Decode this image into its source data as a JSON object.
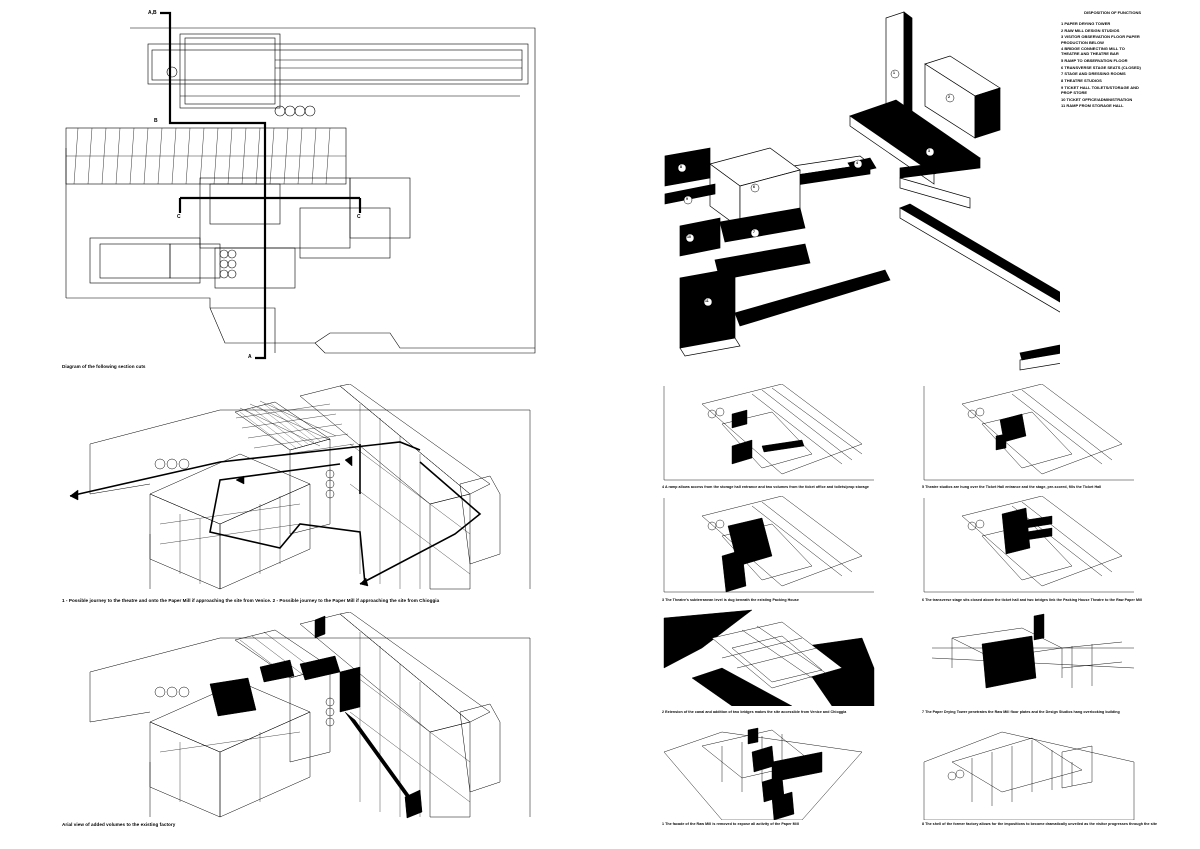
{
  "plan": {
    "caption": "Diagram of the following section cuts",
    "cuts": [
      "A,B",
      "B",
      "C",
      "C",
      "A"
    ]
  },
  "axon_legend": {
    "title": "DISPOSITION OF FUNCTIONS",
    "items": [
      "1 PAPER DRYING TOWER",
      "2 RAW MILL DESIGN STUDIOS",
      "3 VISITOR OBSERVATION FLOOR PAPER PRODUCTION BELOW",
      "4 BRIDGE CONNECTING MILL TO THEATRE AND THEATRE BAR",
      "5 RAMP TO OBSERVATION FLOOR",
      "6 TRANSVERSE STAGE SEATS (CLOSED)",
      "7 STAGE AND DRESSING ROOMS",
      "8 THEATRE STUDIOS",
      "9 TICKET HALL TOILETS/STORAGE AND PROP STORE",
      "10 TICKET OFFICE/ADMINISTRATION",
      "11 RAMP FROM STORAGE HALL"
    ],
    "markers": [
      "1",
      "2",
      "3",
      "4",
      "5",
      "6",
      "7",
      "8",
      "9",
      "10",
      "11"
    ]
  },
  "journey": {
    "caption": "1 - Possible journey to the theatre and onto the Paper Mill if approaching the site from Venice. 2 - Possible journey to the Paper Mill if approaching the site from Chioggia"
  },
  "aerial": {
    "caption": "Arial view of added volumes to the existing factory"
  },
  "steps": [
    {
      "caption": "4 A ramp allows access from the storage hall entrance and two volumes from the ticket office and toilets/prop storage"
    },
    {
      "caption": "5 Theatre studios are hung over the Ticket Hall entrance and the stage, pre-scored, fills the Ticket Hall"
    },
    {
      "caption": "3 The Theatre's subterranean level is dug beneath the existing Packing House"
    },
    {
      "caption": "6 The transverse stage sits closed above the ticket hall and two bridges link the Packing House Theatre to the Raw Paper Mill"
    },
    {
      "caption": "2 Extension of the canal and addition of two bridges makes the site accessible from Venice and Chioggia"
    },
    {
      "caption": "7 The Paper Drying Tower penetrates the Raw Mill floor plates and the Design Studios hang overlooking building"
    },
    {
      "caption": "1 The facade of the Raw Mill is removed to expose all activity of the Paper Mill"
    },
    {
      "caption": "8 The shell of the former factory allows for the impositions to become dramatically unveiled as the visitor progresses through the site"
    }
  ]
}
